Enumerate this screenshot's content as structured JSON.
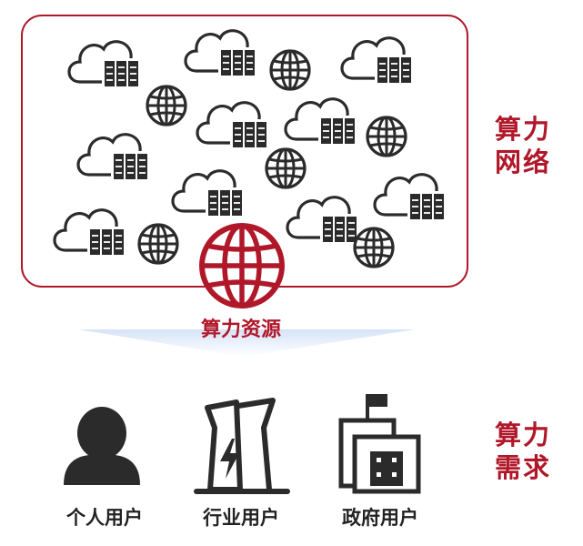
{
  "colors": {
    "accent": "#b0182a",
    "icon": "#2b2b2b",
    "arrow_light": "#dde8f8"
  },
  "network": {
    "label_line1": "算力",
    "label_line2": "网络",
    "cloud_server_icons": 10,
    "globe_icons": 6
  },
  "resource": {
    "label": "算力资源",
    "icon": "globe-icon"
  },
  "demand": {
    "label_line1": "算力",
    "label_line2": "需求",
    "users": [
      {
        "label": "个人用户",
        "icon": "person-icon"
      },
      {
        "label": "行业用户",
        "icon": "power-plant-icon"
      },
      {
        "label": "政府用户",
        "icon": "government-building-icon"
      }
    ]
  }
}
